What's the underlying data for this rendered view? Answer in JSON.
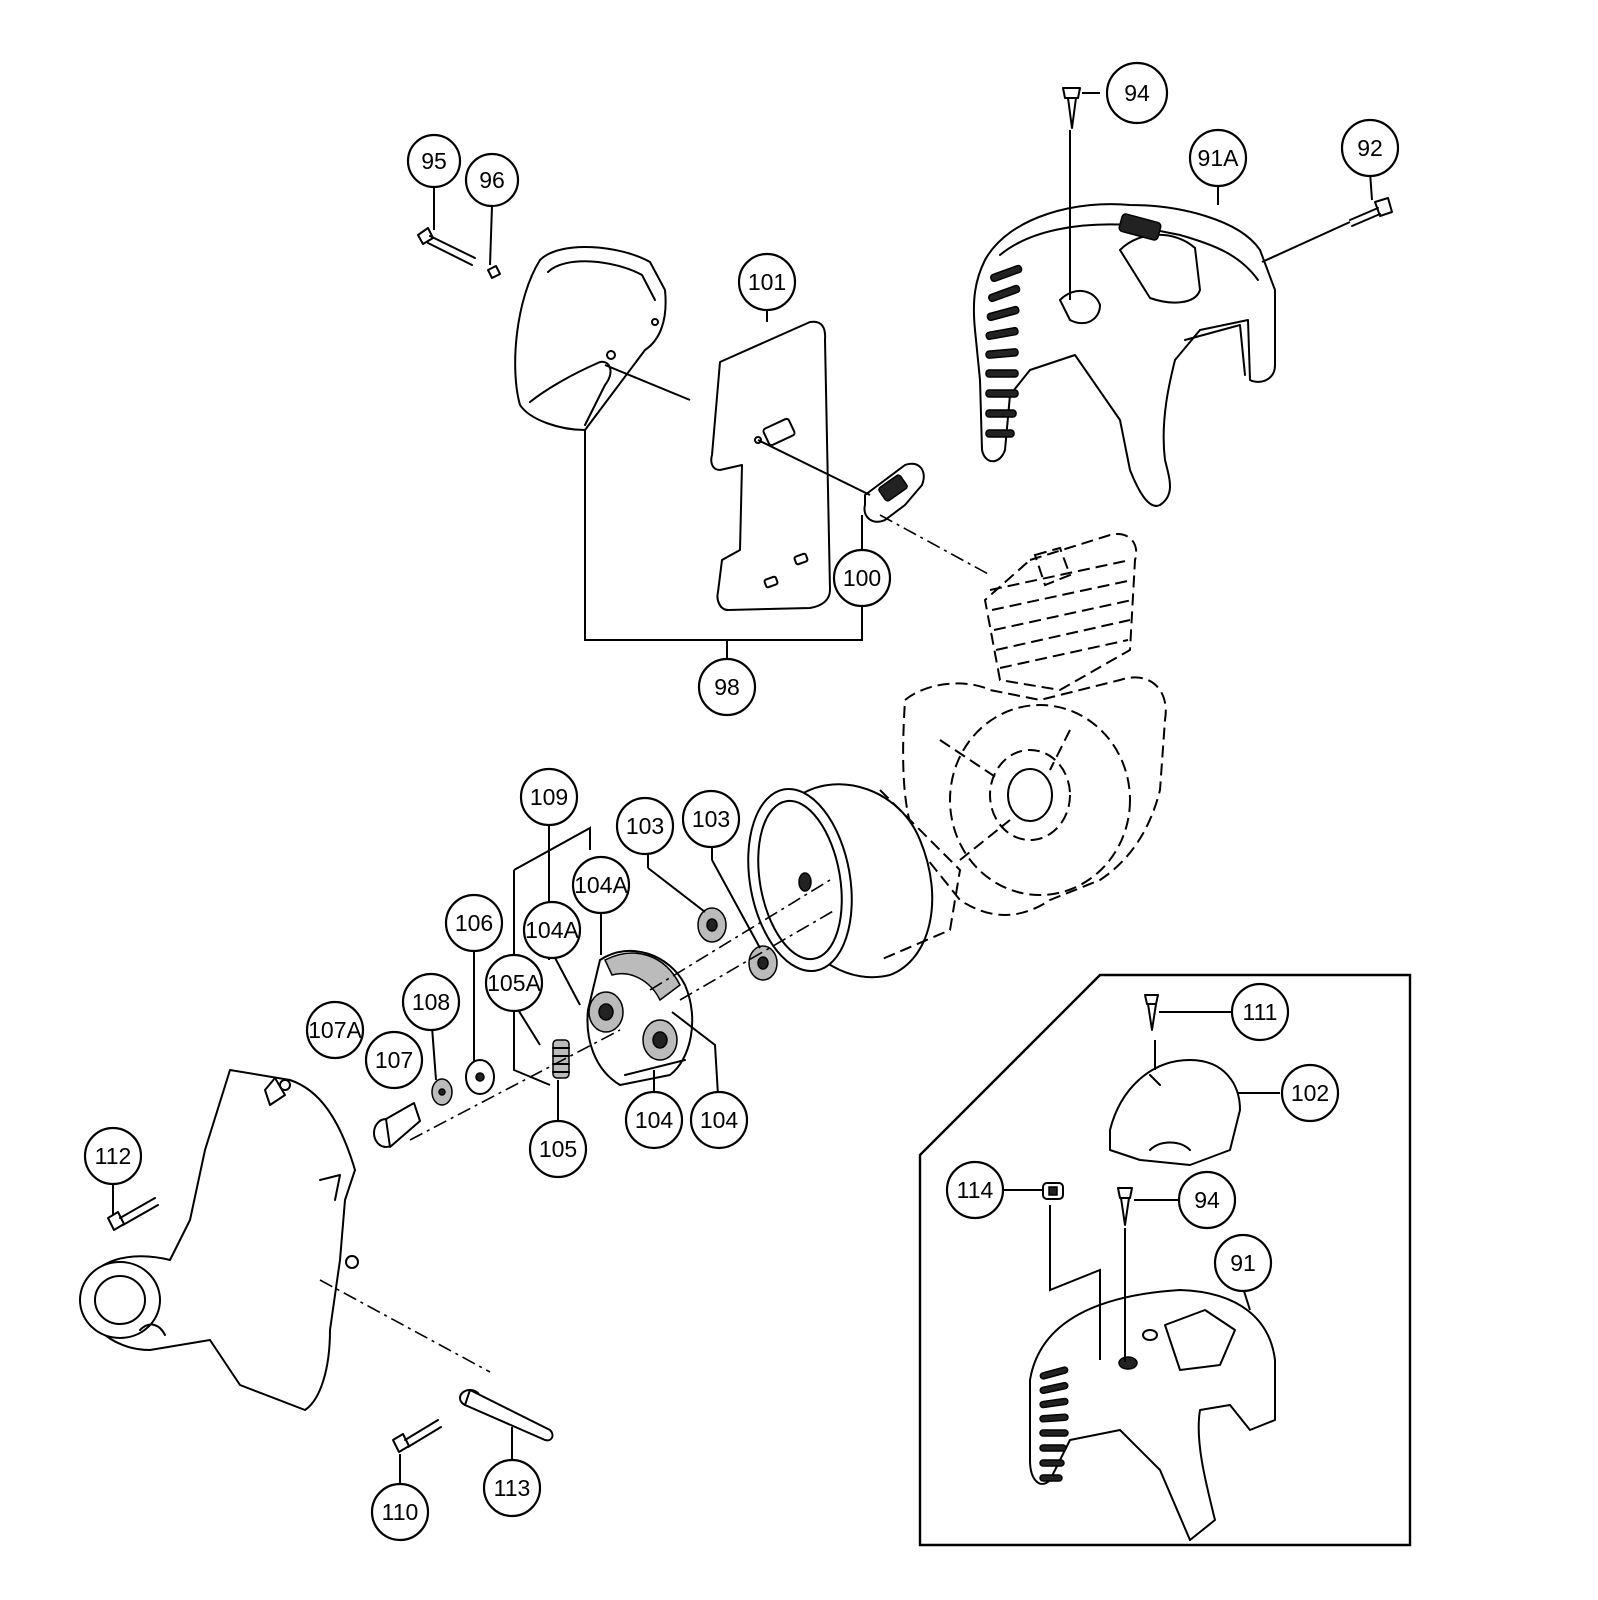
{
  "callouts": {
    "c94_top": "94",
    "c95": "95",
    "c96": "96",
    "c91A": "91A",
    "c92": "92",
    "c101": "101",
    "c100": "100",
    "c98": "98",
    "c109": "109",
    "c103_a": "103",
    "c103_b": "103",
    "c104A_a": "104A",
    "c104A_b": "104A",
    "c106": "106",
    "c105A": "105A",
    "c108": "108",
    "c107A": "107A",
    "c107": "107",
    "c105": "105",
    "c104_a": "104",
    "c104_b": "104",
    "c112": "112",
    "c110": "110",
    "c113": "113",
    "c111": "111",
    "c102": "102",
    "c114": "114",
    "c94_inset": "94",
    "c91": "91"
  }
}
